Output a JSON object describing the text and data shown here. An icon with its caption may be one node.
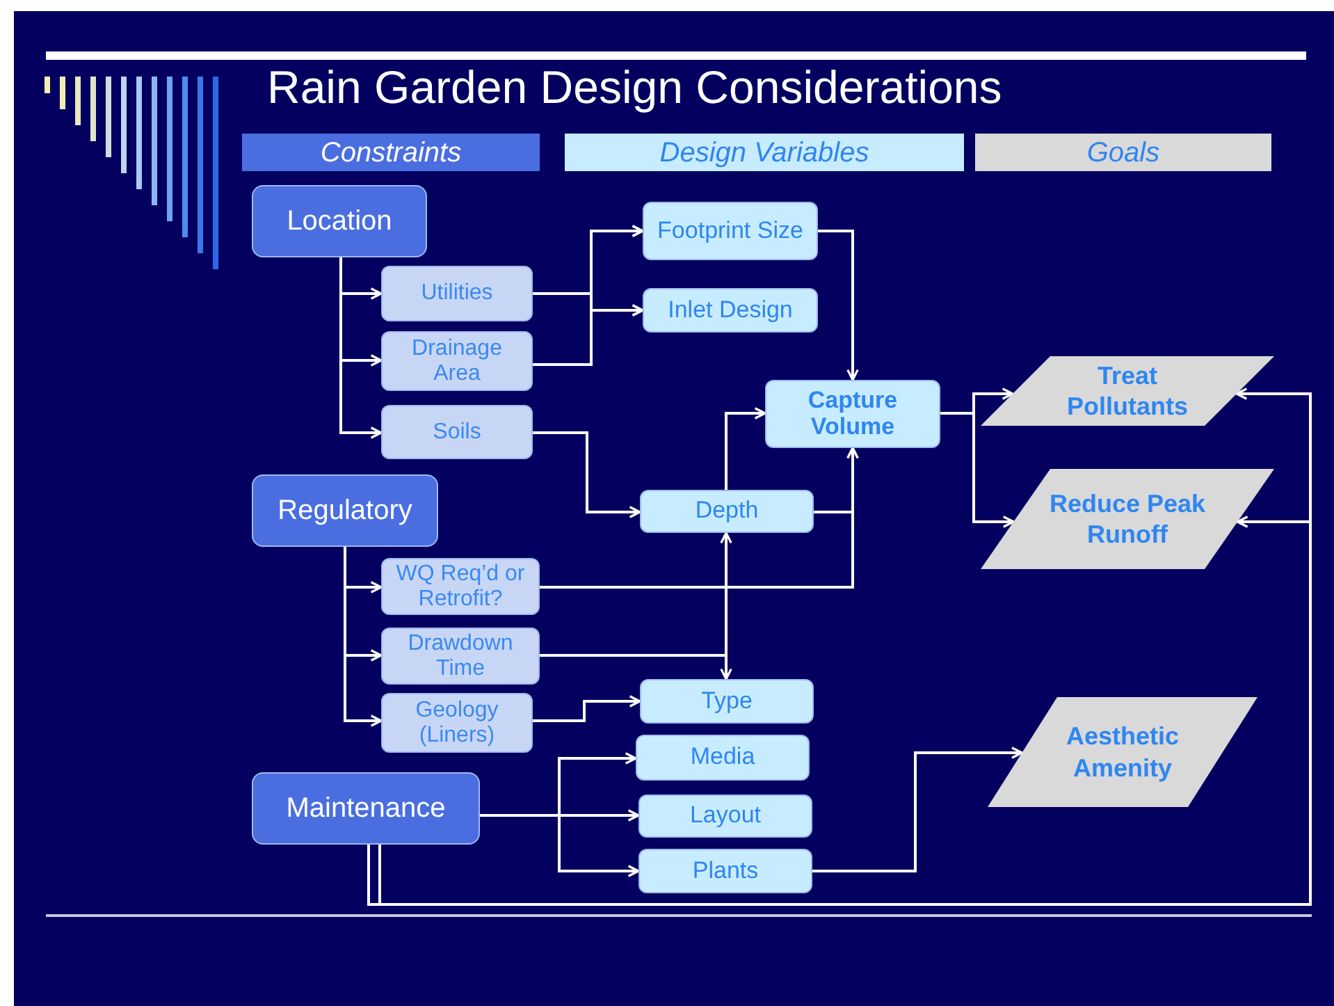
{
  "diagram": {
    "title": "Rain Garden Design Considerations",
    "nodes": [
      {
        "text": [
          "Constraints"
        ]
      },
      {
        "text": [
          "Design Variables"
        ]
      },
      {
        "text": [
          "Goals"
        ]
      },
      {
        "text": [
          "Location"
        ]
      },
      {
        "text": [
          "Utilities"
        ]
      },
      {
        "text": [
          "Drainage Area"
        ]
      },
      {
        "text": [
          "Soils"
        ]
      },
      {
        "text": [
          "Regulatory"
        ]
      },
      {
        "text": [
          "WQ Req’d or Retrofit?"
        ]
      },
      {
        "text": [
          "Drawdown Time"
        ]
      },
      {
        "text": [
          "Geology (Liners)"
        ]
      },
      {
        "text": [
          "Maintenance"
        ]
      },
      {
        "text": [
          "Footprint Size"
        ]
      },
      {
        "text": [
          "Inlet Design"
        ]
      },
      {
        "text": [
          "Capture Volume"
        ]
      },
      {
        "text": [
          "Depth"
        ]
      },
      {
        "text": [
          "Type"
        ]
      },
      {
        "text": [
          "Media"
        ]
      },
      {
        "text": [
          "Layout"
        ]
      },
      {
        "text": [
          "Plants"
        ]
      },
      {
        "text": [
          "Treat Pollutants"
        ]
      },
      {
        "text": [
          "Reduce Peak Runoff"
        ]
      },
      {
        "text": [
          "Aesthetic Amenity"
        ]
      }
    ],
    "edges": [
      {
        "from": 3,
        "to": 4,
        "arrow": "to"
      },
      {
        "from": 3,
        "to": 5,
        "arrow": "to"
      },
      {
        "from": 3,
        "to": 6,
        "arrow": "to"
      },
      {
        "from": 4,
        "to": 12,
        "arrow": "to"
      },
      {
        "from": 4,
        "to": 13,
        "arrow": "to"
      },
      {
        "from": 5,
        "to": 12,
        "arrow": "to"
      },
      {
        "from": 5,
        "to": 13,
        "arrow": "to"
      },
      {
        "from": 6,
        "to": 15,
        "arrow": "to"
      },
      {
        "from": 12,
        "to": 14,
        "arrow": "to"
      },
      {
        "from": 15,
        "to": 14,
        "arrow": "to"
      },
      {
        "from": 15,
        "to": 14,
        "arrow": "to"
      },
      {
        "from": 8,
        "to": 14,
        "arrow": "to"
      },
      {
        "from": 9,
        "to": 15,
        "arrow": "to"
      },
      {
        "from": 9,
        "to": 16,
        "arrow": "to"
      },
      {
        "from": 7,
        "to": 8,
        "arrow": "to"
      },
      {
        "from": 7,
        "to": 9,
        "arrow": "to"
      },
      {
        "from": 7,
        "to": 10,
        "arrow": "to"
      },
      {
        "from": 10,
        "to": 16,
        "arrow": "to"
      },
      {
        "from": 11,
        "to": 17,
        "arrow": "to"
      },
      {
        "from": 11,
        "to": 18,
        "arrow": "to"
      },
      {
        "from": 11,
        "to": 19,
        "arrow": "to"
      },
      {
        "from": 19,
        "to": 22,
        "arrow": "to"
      },
      {
        "from": 14,
        "to": 20,
        "arrow": "to"
      },
      {
        "from": 14,
        "to": 21,
        "arrow": "to"
      },
      {
        "from": 11,
        "to": 20,
        "arrow": "to"
      },
      {
        "from": 11,
        "to": 21,
        "arrow": "to"
      }
    ]
  }
}
